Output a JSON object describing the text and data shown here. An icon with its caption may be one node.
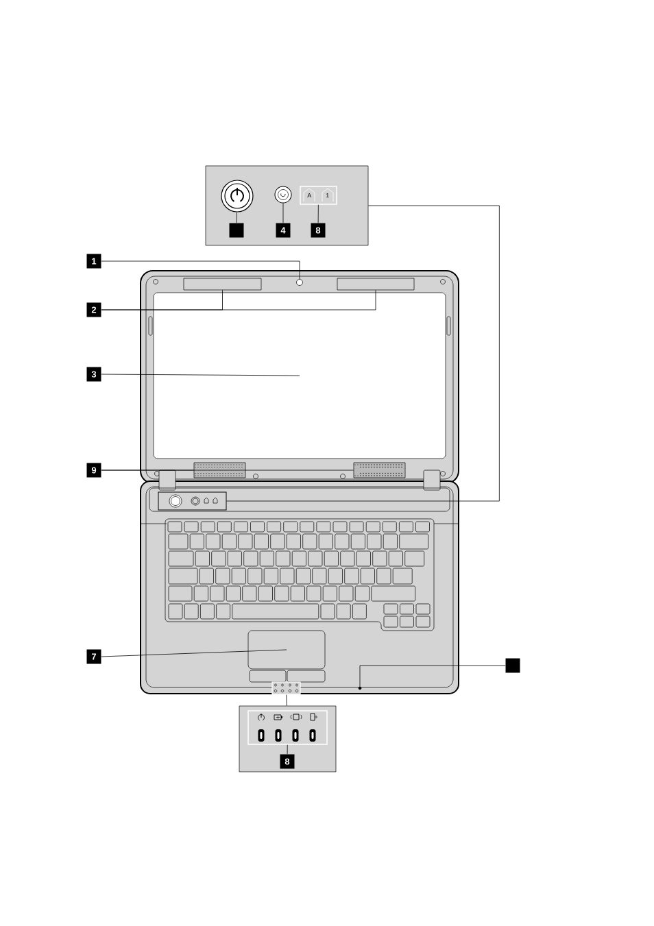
{
  "diagram": {
    "nodes": [
      {
        "text": [],
        "shape": "box"
      },
      {
        "text": [],
        "shape": "circle",
        "in": 0
      },
      {
        "text": [],
        "shape": "circle",
        "in": 0
      },
      {
        "text": [
          "A",
          "1"
        ],
        "in": 0
      },
      {
        "text": [],
        "shape": "box",
        "in": 0
      },
      {
        "text": [
          "4"
        ],
        "in": 0
      },
      {
        "text": [
          "8"
        ],
        "in": 0
      },
      {
        "text": [
          "1"
        ]
      },
      {
        "text": [
          "2"
        ]
      },
      {
        "text": [
          "3"
        ]
      },
      {
        "text": [
          "9"
        ]
      },
      {
        "text": [],
        "shape": "circle"
      },
      {
        "text": [],
        "shape": "box"
      },
      {
        "text": [],
        "shape": "box"
      },
      {
        "text": [],
        "shape": "box"
      },
      {
        "text": [],
        "shape": "box"
      },
      {
        "text": [],
        "shape": "box"
      },
      {
        "text": [],
        "shape": "box"
      },
      {
        "text": [
          "7"
        ]
      },
      {
        "text": [],
        "shape": "box"
      },
      {
        "text": [],
        "shape": "box"
      },
      {
        "text": [],
        "shape": "circle"
      },
      {
        "text": [],
        "shape": "box"
      },
      {
        "text": [],
        "shape": "box"
      },
      {
        "text": [],
        "shape": "box",
        "in": 23
      },
      {
        "text": [
          "8"
        ],
        "in": 23
      }
    ],
    "edges": [
      {
        "from": 7,
        "to": 11,
        "arrow": "none"
      },
      {
        "from": 8,
        "to": 12,
        "arrow": "none"
      },
      {
        "from": 8,
        "to": 13,
        "arrow": "none"
      },
      {
        "from": 9,
        "to": 14,
        "arrow": "none"
      },
      {
        "from": 10,
        "to": 15,
        "arrow": "none"
      },
      {
        "from": 10,
        "to": 16,
        "arrow": "none"
      },
      {
        "from": 0,
        "to": 17,
        "arrow": "none"
      },
      {
        "from": 4,
        "to": 1,
        "arrow": "none"
      },
      {
        "from": 5,
        "to": 2,
        "arrow": "none"
      },
      {
        "from": 6,
        "to": 3,
        "arrow": "none"
      },
      {
        "from": 18,
        "to": 19,
        "arrow": "none"
      },
      {
        "from": 20,
        "to": 21,
        "arrow": "none"
      },
      {
        "from": 22,
        "to": 23,
        "arrow": "none"
      },
      {
        "from": 24,
        "to": 25,
        "arrow": "none"
      }
    ]
  }
}
